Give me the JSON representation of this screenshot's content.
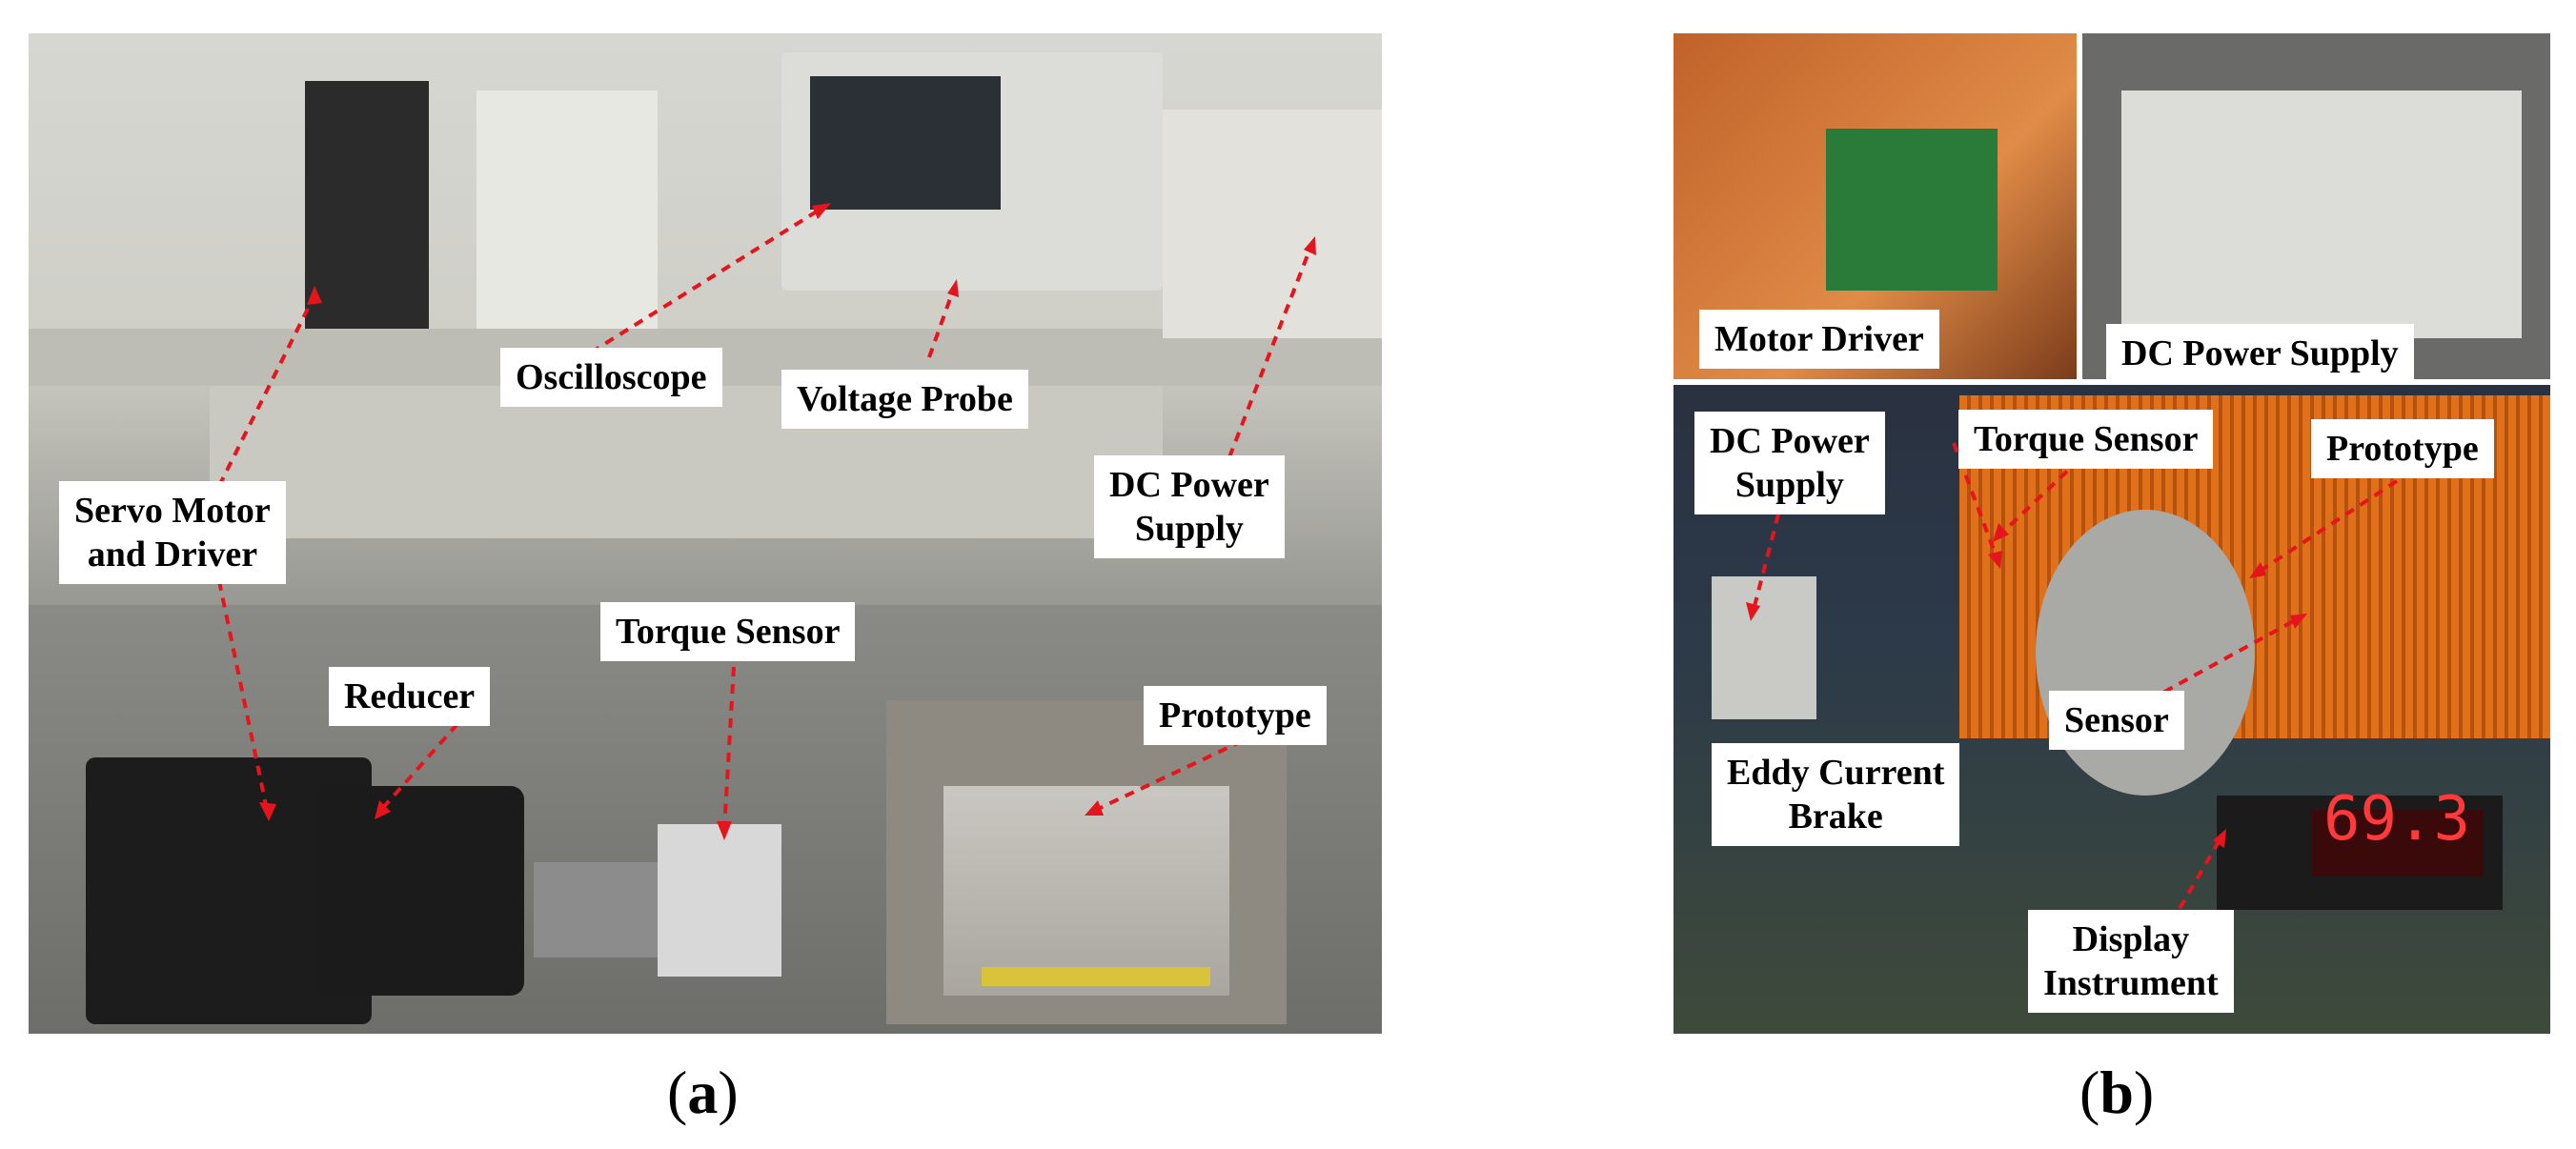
{
  "panel_a": {
    "labels": {
      "servo_motor_line1": "Servo Motor",
      "servo_motor_line2": "and Driver",
      "oscilloscope": "Oscilloscope",
      "voltage_probe": "Voltage Probe",
      "dc_power_line1": "DC Power",
      "dc_power_line2": "Supply",
      "reducer": "Reducer",
      "torque_sensor": "Torque Sensor",
      "prototype": "Prototype"
    },
    "caption": {
      "open": "(",
      "letter": "a",
      "close": ")"
    }
  },
  "panel_b": {
    "labels": {
      "motor_driver": "Motor Driver",
      "dc_power_supply_top": "DC Power Supply",
      "dc_power_line1": "DC Power",
      "dc_power_line2": "Supply",
      "torque_sensor": "Torque Sensor",
      "prototype": "Prototype",
      "sensor": "Sensor",
      "eddy_line1": "Eddy Current",
      "eddy_line2": "Brake",
      "display_line1": "Display",
      "display_line2": "Instrument"
    },
    "display_reading": "69.3",
    "caption": {
      "open": "(",
      "letter": "b",
      "close": ")"
    }
  },
  "colors": {
    "leader_line": "#e6141c",
    "label_bg": "#ffffff",
    "label_text": "#000000"
  }
}
